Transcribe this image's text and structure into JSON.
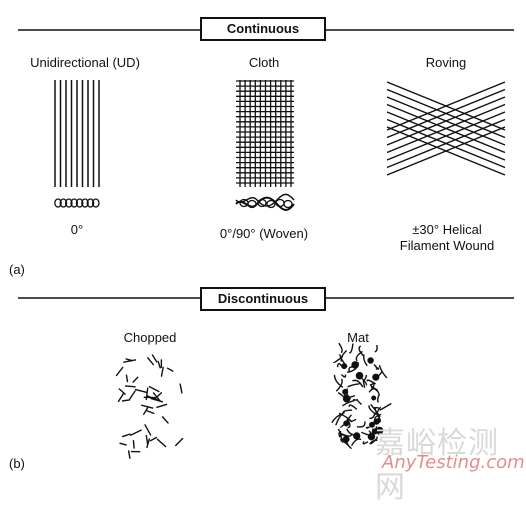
{
  "section_a": {
    "title": "Continuous",
    "tag": "(a)",
    "items": [
      {
        "label": "Unidirectional (UD)",
        "orientation": "0°"
      },
      {
        "label": "Cloth",
        "orientation": "0°/90° (Woven)"
      },
      {
        "label": "Roving",
        "orientation_line1": "±30° Helical",
        "orientation_line2": "Filament Wound"
      }
    ]
  },
  "section_b": {
    "title": "Discontinuous",
    "tag": "(b)",
    "items": [
      {
        "label": "Chopped"
      },
      {
        "label": "Mat"
      }
    ]
  },
  "watermark": {
    "cn": "嘉峪检测网",
    "en": "AnyTesting.com"
  },
  "colors": {
    "line": "#111111",
    "watermark_text": "#d9d9d9",
    "watermark_url": "#e07a7a"
  }
}
